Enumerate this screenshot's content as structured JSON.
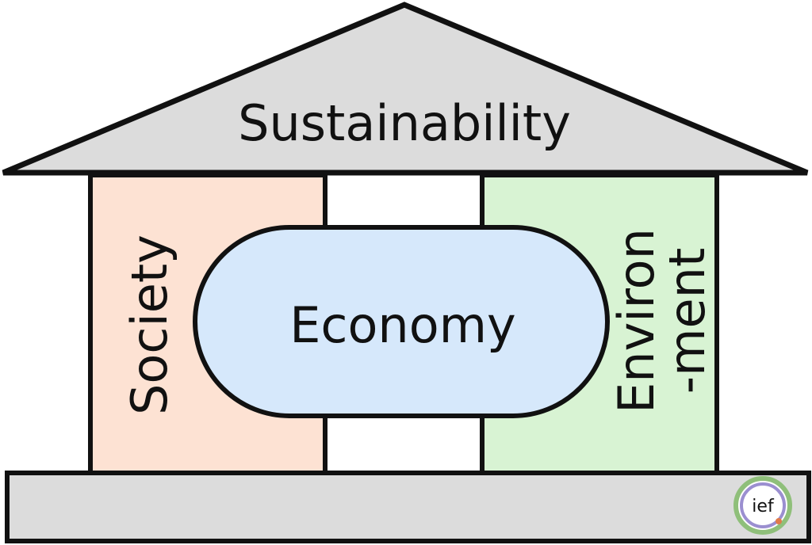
{
  "diagram": {
    "roof_label": "Sustainability",
    "left_pillar_label": "Society",
    "right_pillar_label_line1": "Environ",
    "right_pillar_label_line2": "-ment",
    "center_label": "Economy",
    "logo_text": "ief"
  },
  "colors": {
    "roof": "#dcdcdc",
    "base": "#dcdcdc",
    "society": "#fde2d3",
    "environment": "#d8f3d3",
    "economy": "#d6e8fb",
    "outline": "#111111",
    "logo_ring_outer": "#8fbf7a",
    "logo_ring_inner": "#9b8fd0"
  }
}
